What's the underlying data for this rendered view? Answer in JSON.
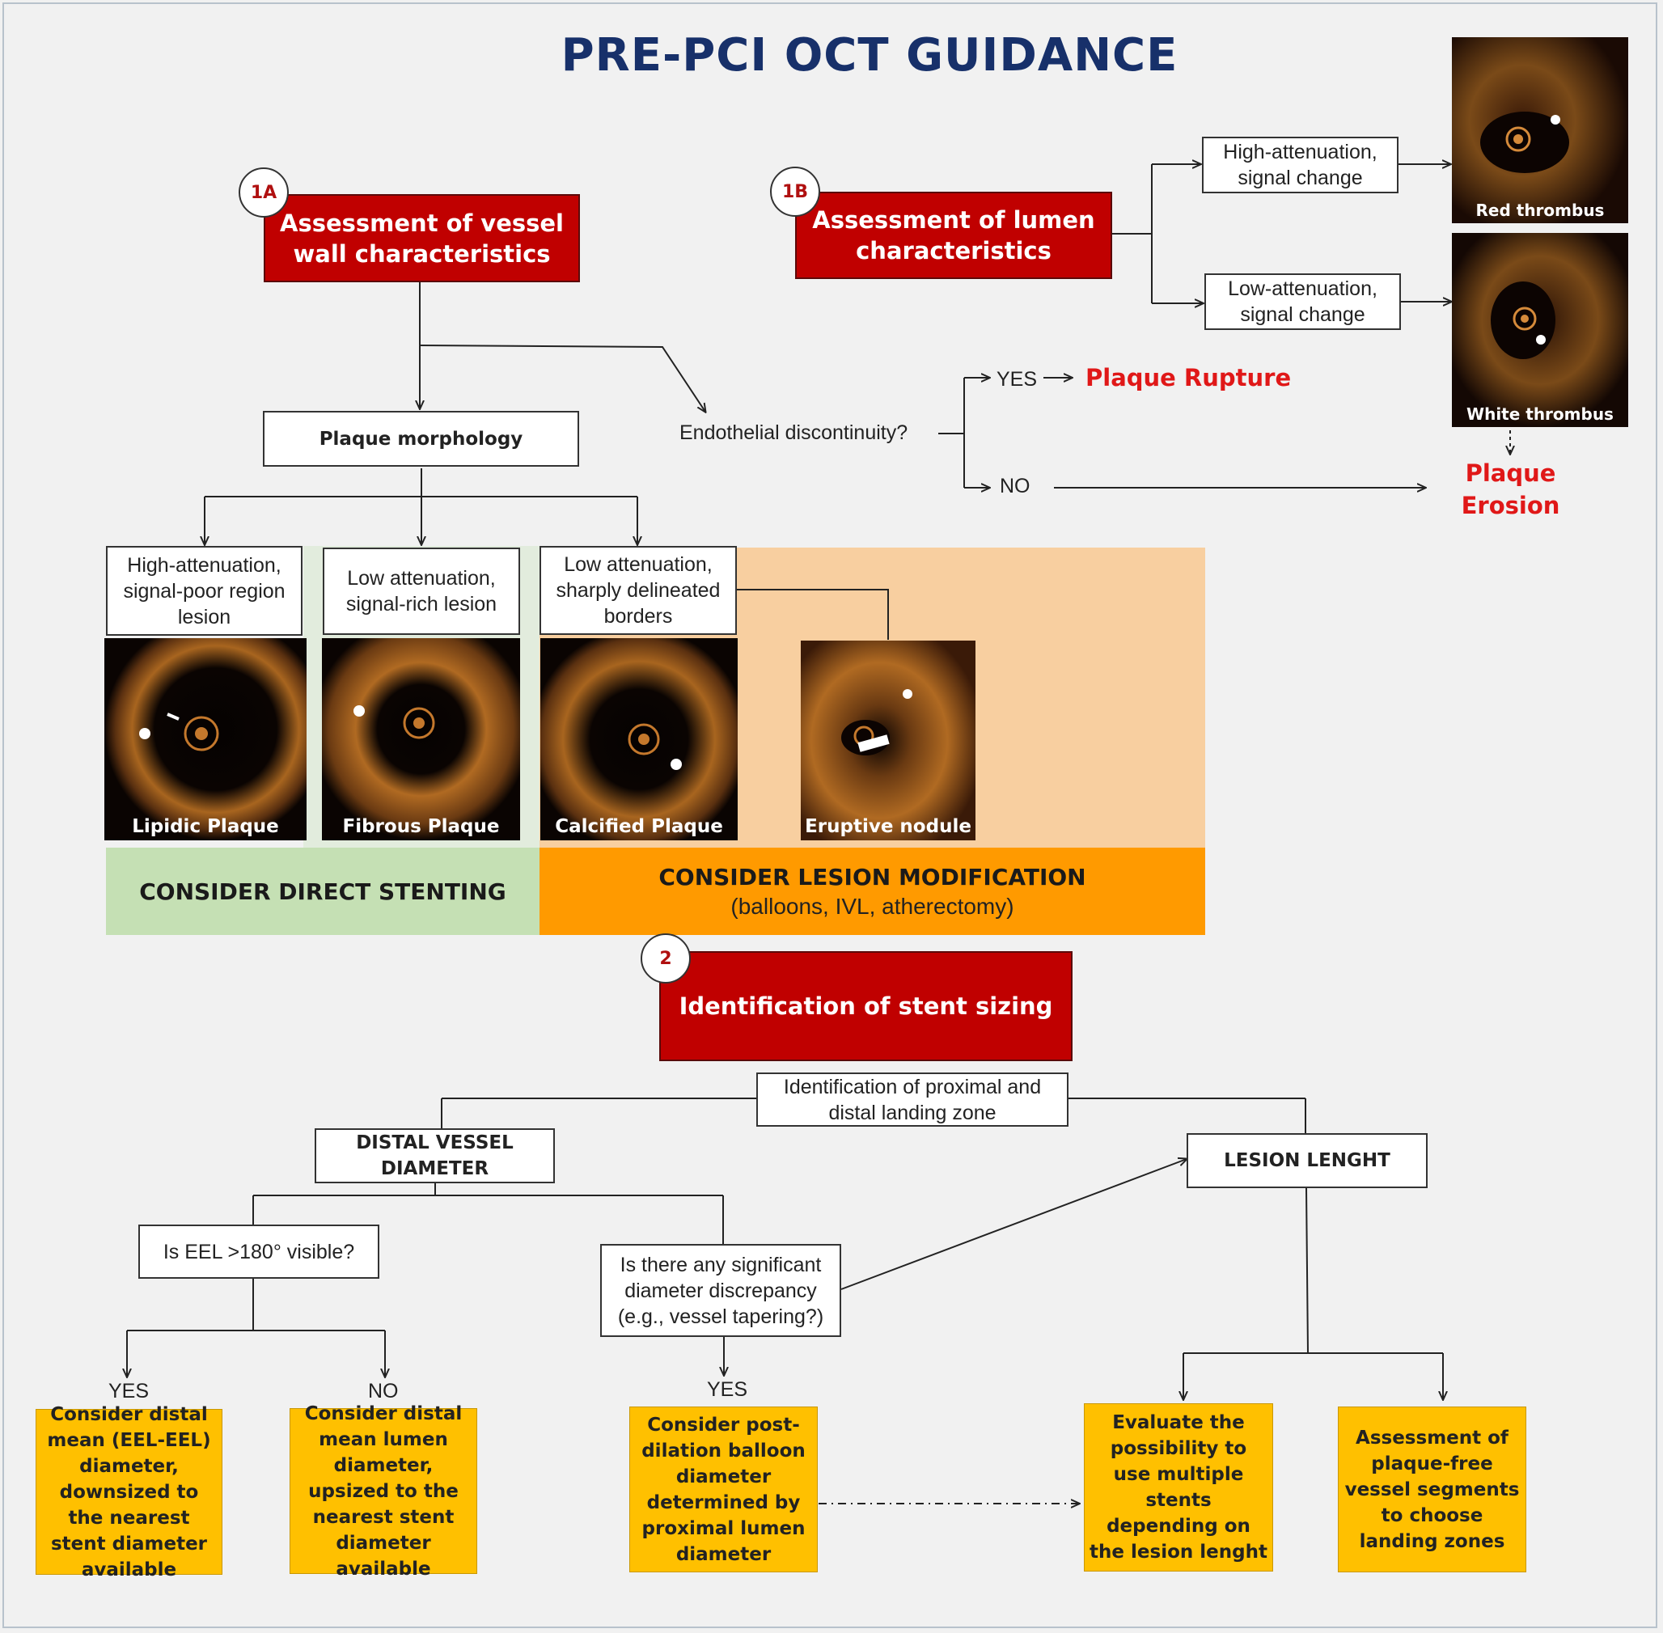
{
  "title": "PRE-PCI OCT GUIDANCE",
  "step1a": {
    "badge": "1A",
    "label": "Assessment of vessel wall characteristics"
  },
  "step1b": {
    "badge": "1B",
    "label": "Assessment of lumen characteristics"
  },
  "step2": {
    "badge": "2",
    "label": "Identification of stent sizing"
  },
  "lumen": {
    "high": "High-attenuation, signal change",
    "low": "Low-attenuation, signal change",
    "red_thrombus": "Red thrombus",
    "white_thrombus": "White thrombus"
  },
  "morphology": {
    "label": "Plaque morphology",
    "endothelial": "Endothelial discontinuity?",
    "yes": "YES",
    "no": "NO",
    "rupture": "Plaque Rupture",
    "erosion": "Plaque Erosion"
  },
  "plaques": [
    {
      "desc": "High-attenuation, signal-poor region lesion",
      "image_label": "Lipidic Plaque"
    },
    {
      "desc": "Low attenuation, signal-rich lesion",
      "image_label": "Fibrous Plaque"
    },
    {
      "desc": "Low attenuation, sharply delineated borders",
      "image_label": "Calcified Plaque"
    },
    {
      "image_label": "Eruptive nodule"
    }
  ],
  "bands": {
    "direct": "CONSIDER DIRECT STENTING",
    "modification": "CONSIDER LESION MODIFICATION",
    "modification_sub": "(balloons, IVL, atherectomy)"
  },
  "sizing": {
    "landing": "Identification of proximal and distal landing zone",
    "distal": "DISTAL VESSEL DIAMETER",
    "lesion": "LESION LENGHT",
    "eel": "Is EEL >180° visible?",
    "discrepancy": "Is there any significant diameter discrepancy (e.g., vessel tapering?)",
    "yes1": "YES",
    "no1": "NO",
    "yes2": "YES",
    "out1": "Consider distal mean (EEL-EEL) diameter, downsized to the nearest stent diameter available",
    "out2": "Consider distal mean lumen diameter, upsized to the nearest stent diameter available",
    "out3": "Consider post-dilation balloon diameter determined by proximal lumen diameter",
    "out4": "Evaluate the possibility to use multiple stents depending on the lesion lenght",
    "out5": "Assessment of plaque-free vessel segments to choose landing zones"
  },
  "colors": {
    "red": "#c00000",
    "navy": "#17306a",
    "yellow": "#ffc000",
    "orange": "#ff9a00",
    "green": "#c5e0b4",
    "peach": "#f8cfa0"
  }
}
